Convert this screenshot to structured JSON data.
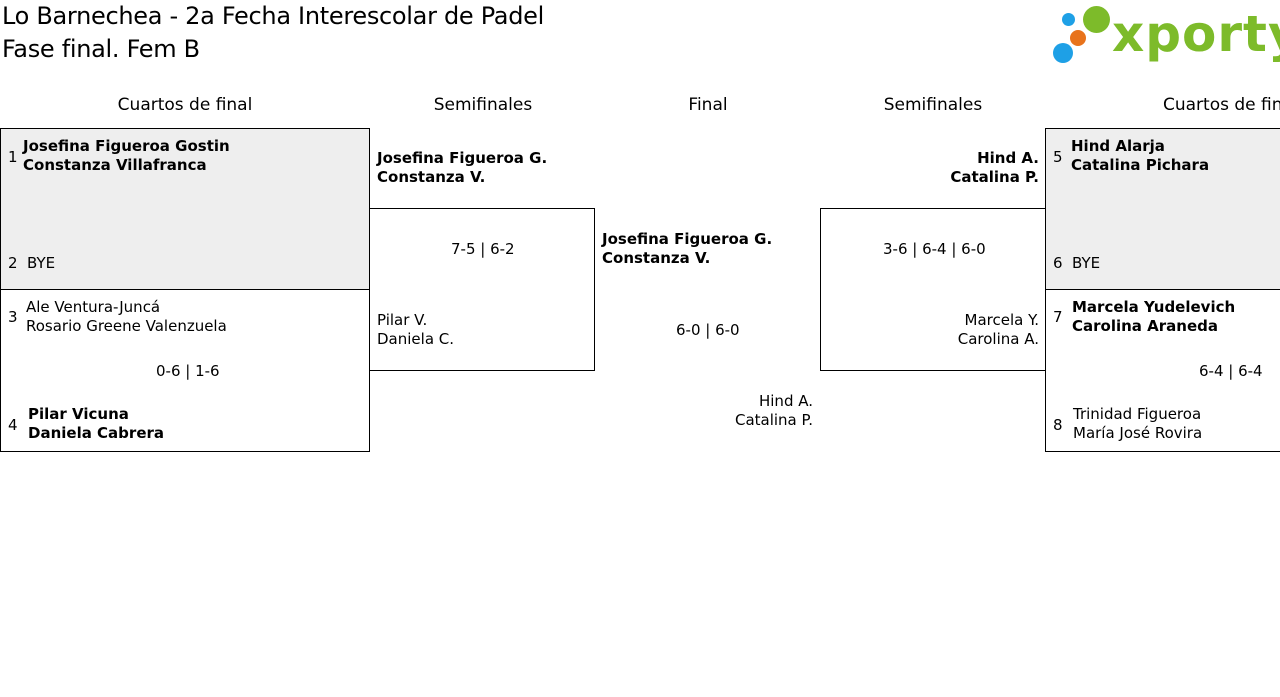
{
  "header": {
    "title_line1": "Lo Barnechea - 2a Fecha Interescolar de Padel",
    "title_line2": "Fase final. Fem B",
    "logo_text": "xporty"
  },
  "rounds": {
    "left_qf": "Cuartos de final",
    "left_sf": "Semifinales",
    "final": "Final",
    "right_sf": "Semifinales",
    "right_qf": "Cuartos de final"
  },
  "left_qf": {
    "m1": {
      "seed_top": "1",
      "top_p1": "Josefina Figueroa Gostin",
      "top_p2": "Constanza Villafranca",
      "seed_bottom": "2",
      "bottom_p1": "BYE"
    },
    "m2": {
      "seed_top": "3",
      "top_p1": "Ale Ventura-Juncá",
      "top_p2": "Rosario Greene Valenzuela",
      "score": "0-6 | 1-6",
      "seed_bottom": "4",
      "bottom_p1": "Pilar Vicuna",
      "bottom_p2": "Daniela Cabrera"
    }
  },
  "left_sf": {
    "top_p1": "Josefina Figueroa G.",
    "top_p2": "Constanza V.",
    "score": "7-5 | 6-2",
    "bottom_p1": "Pilar V.",
    "bottom_p2": "Daniela C."
  },
  "final": {
    "top_p1": "Josefina Figueroa G.",
    "top_p2": "Constanza V.",
    "score": "6-0 | 6-0",
    "bottom_p1": "Hind A.",
    "bottom_p2": "Catalina P."
  },
  "right_sf": {
    "top_p1": "Hind A.",
    "top_p2": "Catalina P.",
    "score": "3-6 | 6-4 | 6-0",
    "bottom_p1": "Marcela Y.",
    "bottom_p2": "Carolina A."
  },
  "right_qf": {
    "m1": {
      "seed_top": "5",
      "top_p1": "Hind Alarja",
      "top_p2": "Catalina Pichara",
      "seed_bottom": "6",
      "bottom_p1": "BYE"
    },
    "m2": {
      "seed_top": "7",
      "top_p1": "Marcela Yudelevich",
      "top_p2": "Carolina Araneda",
      "score": "6-4 | 6-4",
      "seed_bottom": "8",
      "bottom_p1": "Trinidad Figueroa",
      "bottom_p2": "María José Rovira"
    }
  },
  "colors": {
    "brand_green": "#7dbb2a",
    "dot_blue": "#1ea0e6",
    "dot_orange": "#e8731b",
    "shade": "#eeeeee"
  }
}
